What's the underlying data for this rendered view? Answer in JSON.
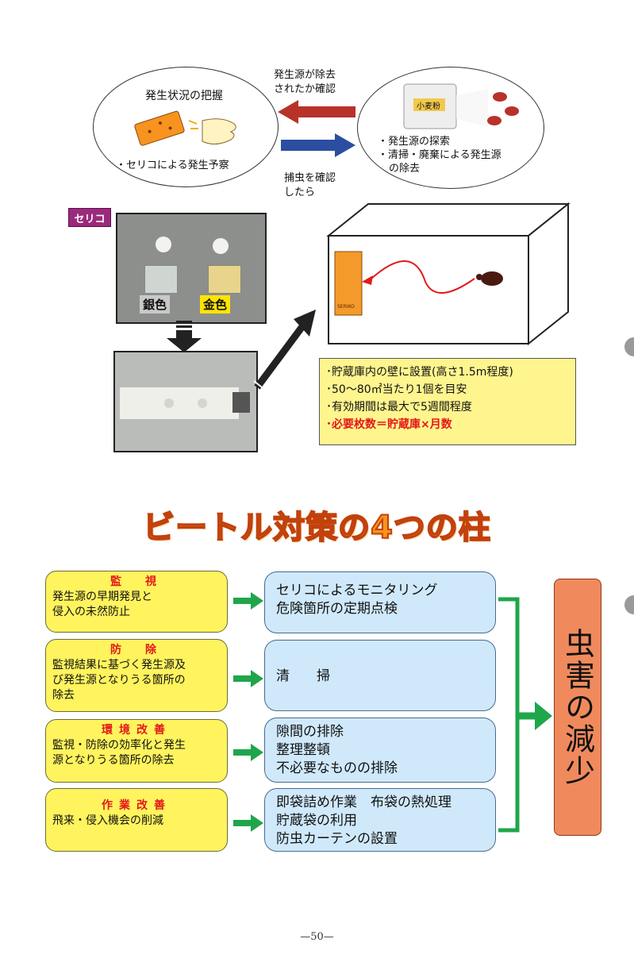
{
  "cycle": {
    "left_title": "発生状況の把握",
    "left_item": "・セリコによる発生予察",
    "top_arrow_label_1": "発生源が除去",
    "top_arrow_label_2": "されたか確認",
    "bottom_arrow_label_1": "捕虫を確認",
    "bottom_arrow_label_2": "したら",
    "right_bag_label": "小麦粉",
    "right_item_1": "・発生源の探索",
    "right_item_2": "・清掃・廃棄による発生源",
    "right_item_3": "の除去"
  },
  "serico": {
    "tag": "セリコ",
    "silver": "銀色",
    "gold": "金色",
    "trap_brand": "SERIKO"
  },
  "info": {
    "line1": "･貯蔵庫内の壁に設置(高さ1.5m程度)",
    "line2": "･50～80㎡当たり1個を目安",
    "line3": "･有効期間は最大で5週間程度",
    "line4": "･必要枚数＝貯蔵庫×月数"
  },
  "title": "ビートル対策の4つの柱",
  "pillars": [
    {
      "head": "監　視",
      "body1": "発生源の早期発見と",
      "body2": "侵入の未然防止",
      "body3": "",
      "measure1": "セリコによるモニタリング",
      "measure2": "危険箇所の定期点検",
      "measure3": ""
    },
    {
      "head": "防　除",
      "body1": "監視結果に基づく発生源及",
      "body2": "び発生源となりうる箇所の",
      "body3": "除去",
      "measure1": "清　　掃",
      "measure2": "",
      "measure3": ""
    },
    {
      "head": "環境改善",
      "body1": "監視・防除の効率化と発生",
      "body2": "源となりうる箇所の除去",
      "body3": "",
      "measure1": "隙間の排除",
      "measure2": "整理整頓",
      "measure3": "不必要なものの排除"
    },
    {
      "head": "作業改善",
      "body1": "飛来・侵入機会の削減",
      "body2": "",
      "body3": "",
      "measure1": "即袋詰め作業　布袋の熱処理",
      "measure2": "貯蔵袋の利用",
      "measure3": "防虫カーテンの設置"
    }
  ],
  "result": "虫害の減少",
  "page_number": "—50—",
  "colors": {
    "accent": "#f7931e",
    "red_arrow": "#b8322a",
    "blue_arrow": "#2b4ea0",
    "green_arrow": "#1fa64a"
  }
}
